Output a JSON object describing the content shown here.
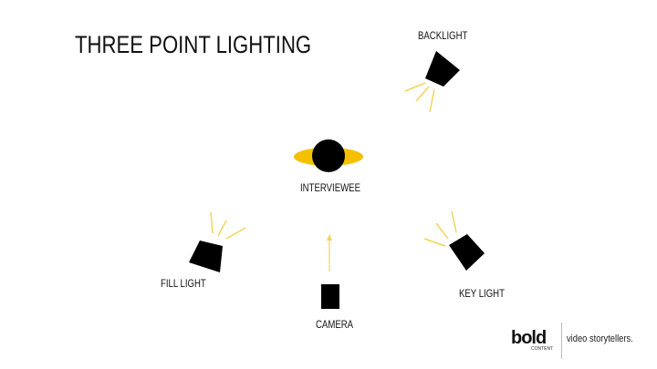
{
  "title": "THREE POINT LIGHTING",
  "labels": {
    "backlight": "BACKLIGHT",
    "interviewee": "INTERVIEWEE",
    "fill_light": "FILL LIGHT",
    "key_light": "KEY LIGHT",
    "camera": "CAMERA"
  },
  "logo": {
    "brand": "bold",
    "sub": "CONTENT",
    "tagline": "video storytellers."
  },
  "colors": {
    "ray": "#f3d45a",
    "subject": "#f5c000",
    "ink": "#000000"
  }
}
